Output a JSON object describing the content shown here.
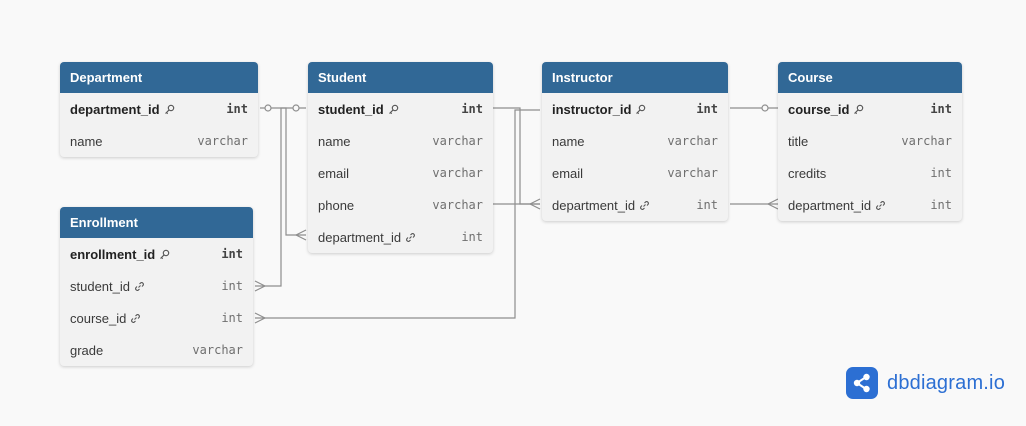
{
  "tables": [
    {
      "id": "department",
      "name": "Department",
      "fields": [
        {
          "name": "department_id",
          "type": "int",
          "pk": true,
          "icon": "key-icon"
        },
        {
          "name": "name",
          "type": "varchar"
        }
      ]
    },
    {
      "id": "student",
      "name": "Student",
      "fields": [
        {
          "name": "student_id",
          "type": "int",
          "pk": true,
          "icon": "key-icon"
        },
        {
          "name": "name",
          "type": "varchar"
        },
        {
          "name": "email",
          "type": "varchar"
        },
        {
          "name": "phone",
          "type": "varchar"
        },
        {
          "name": "department_id",
          "type": "int",
          "icon": "link-icon"
        }
      ]
    },
    {
      "id": "instructor",
      "name": "Instructor",
      "fields": [
        {
          "name": "instructor_id",
          "type": "int",
          "pk": true,
          "icon": "key-icon"
        },
        {
          "name": "name",
          "type": "varchar"
        },
        {
          "name": "email",
          "type": "varchar"
        },
        {
          "name": "department_id",
          "type": "int",
          "icon": "link-icon"
        }
      ]
    },
    {
      "id": "course",
      "name": "Course",
      "fields": [
        {
          "name": "course_id",
          "type": "int",
          "pk": true,
          "icon": "key-icon"
        },
        {
          "name": "title",
          "type": "varchar"
        },
        {
          "name": "credits",
          "type": "int"
        },
        {
          "name": "department_id",
          "type": "int",
          "icon": "link-icon"
        }
      ]
    },
    {
      "id": "enrollment",
      "name": "Enrollment",
      "fields": [
        {
          "name": "enrollment_id",
          "type": "int",
          "pk": true,
          "icon": "key-icon"
        },
        {
          "name": "student_id",
          "type": "int",
          "icon": "link-icon"
        },
        {
          "name": "course_id",
          "type": "int",
          "icon": "link-icon"
        },
        {
          "name": "grade",
          "type": "varchar"
        }
      ]
    }
  ],
  "relations": [
    {
      "from": "department.department_id",
      "to": "student.department_id",
      "cardinality": "one-to-many"
    },
    {
      "from": "department.department_id",
      "to": "instructor.department_id",
      "cardinality": "one-to-many"
    },
    {
      "from": "department.department_id",
      "to": "course.department_id",
      "cardinality": "one-to-many"
    },
    {
      "from": "student.student_id",
      "to": "enrollment.student_id",
      "cardinality": "one-to-many"
    },
    {
      "from": "course.course_id",
      "to": "enrollment.course_id",
      "cardinality": "one-to-many"
    }
  ],
  "colors": {
    "header": "#316896",
    "body": "#f2f2f2",
    "line": "#8e8e8e",
    "brand": "#2c6fd3"
  },
  "brand": {
    "name": "dbdiagram.io",
    "icon": "share-nodes-icon"
  }
}
